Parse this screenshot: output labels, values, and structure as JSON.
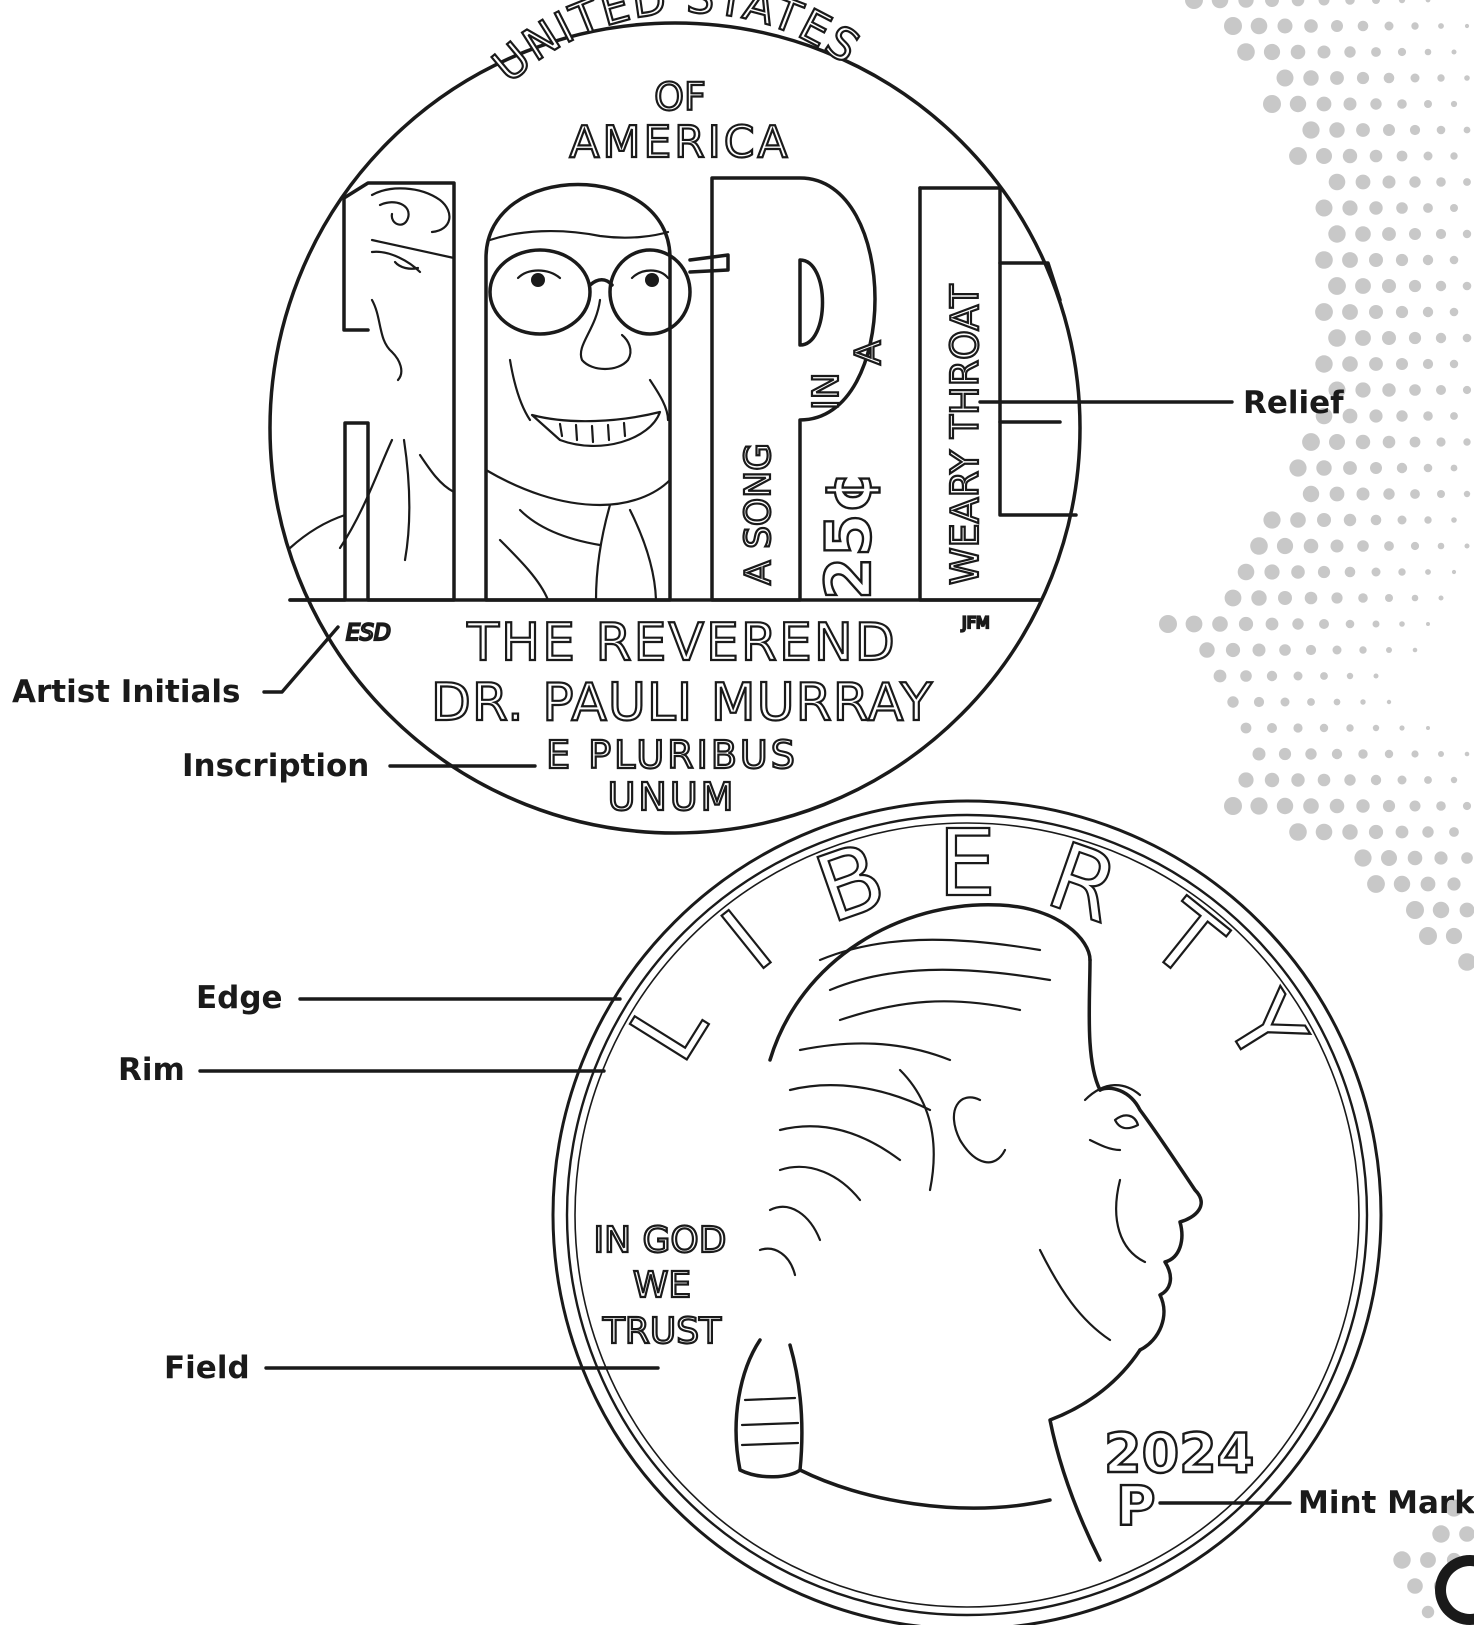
{
  "callouts": {
    "relief": "Relief",
    "artist_initials": "Artist Initials",
    "inscription": "Inscription",
    "edge": "Edge",
    "rim": "Rim",
    "field": "Field",
    "mint_mark": "Mint Mark"
  },
  "reverse": {
    "country_line1": "UNITED STATES",
    "country_line2": "OF",
    "country_line3": "AMERICA",
    "hope_h": "H",
    "hope_p": "P",
    "hope_e": "E",
    "song": "A SONG",
    "in": "IN",
    "a": "A",
    "value": "25¢",
    "weary": "WEARY THROAT",
    "honoree_line1": "THE REVEREND",
    "honoree_line2": "DR. PAULI MURRAY",
    "motto_line1": "E PLURIBUS",
    "motto_line2": "UNUM",
    "initials_left": "ESD",
    "initials_right": "JFM"
  },
  "obverse": {
    "liberty_letters": [
      "L",
      "I",
      "B",
      "E",
      "R",
      "T",
      "Y"
    ],
    "motto_line1": "IN GOD",
    "motto_line2": "WE",
    "motto_line3": "TRUST",
    "year": "2024",
    "mint_mark": "P"
  },
  "colors": {
    "ink": "#1a1a1a",
    "background": "#ffffff",
    "halftone": "#c8c8c8"
  }
}
